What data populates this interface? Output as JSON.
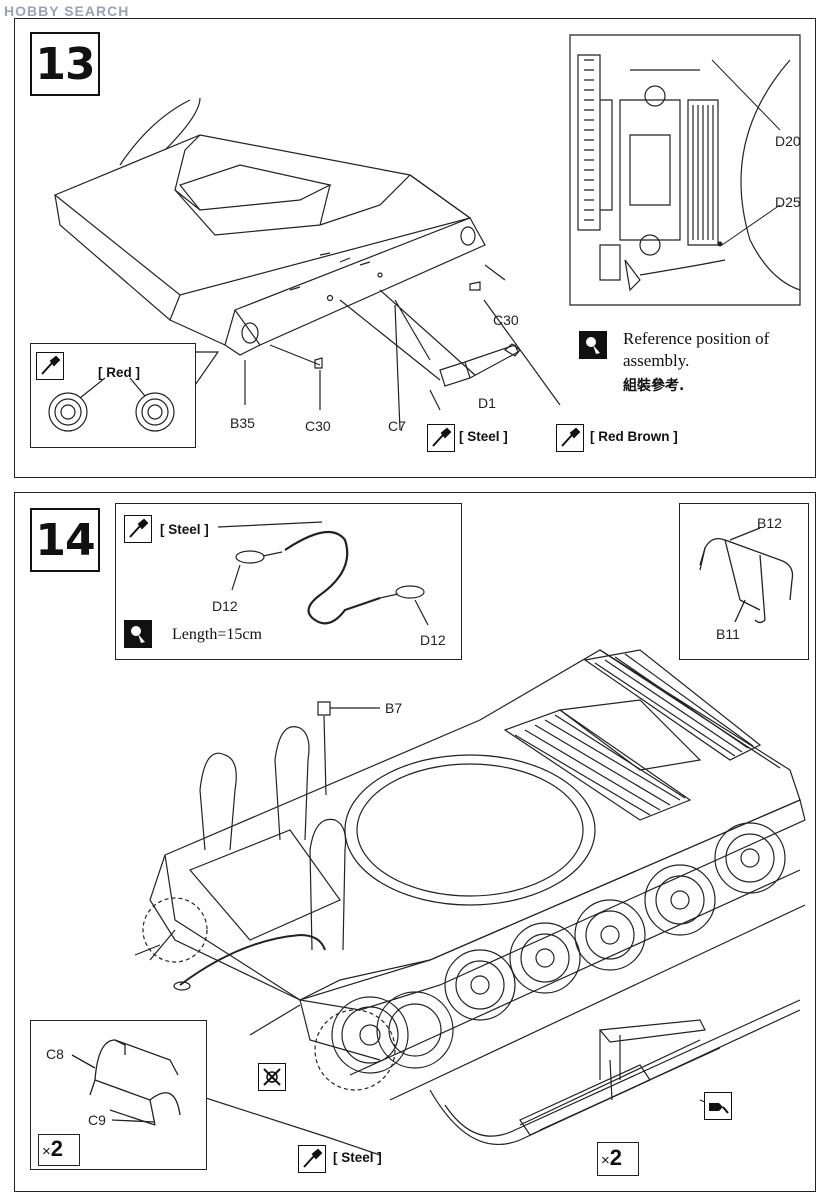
{
  "watermark": {
    "text": "HOBBY SEARCH"
  },
  "step13": {
    "number": "13",
    "callouts": {
      "b35": "B35",
      "c30_left": "C30",
      "c7": "C7",
      "d1": "D1",
      "c30_right": "C30"
    },
    "paint_red": "[ Red ]",
    "paint_steel": "[ Steel ]",
    "paint_red_brown": "[ Red Brown ]",
    "reference": {
      "callouts": {
        "d20": "D20",
        "d25": "D25"
      },
      "text_line1": "Reference position of",
      "text_line2": "assembly.",
      "text_cn": "組裝參考."
    }
  },
  "step14": {
    "number": "14",
    "cable_inset": {
      "paint_steel": "[ Steel ]",
      "d12_left": "D12",
      "d12_right": "D12",
      "length_note": "Length=15cm"
    },
    "handle_inset": {
      "b12": "B12",
      "b11": "B11"
    },
    "b7": "B7",
    "c_inset": {
      "c8": "C8",
      "c9": "C9",
      "mult_prefix": "×",
      "mult_value": "2"
    },
    "track_mult": {
      "prefix": "×",
      "value": "2"
    },
    "paint_steel_bottom": "[ Steel ]"
  },
  "icons": [
    "paint-brush-icon",
    "cement-tube-icon",
    "no-cement-icon"
  ]
}
